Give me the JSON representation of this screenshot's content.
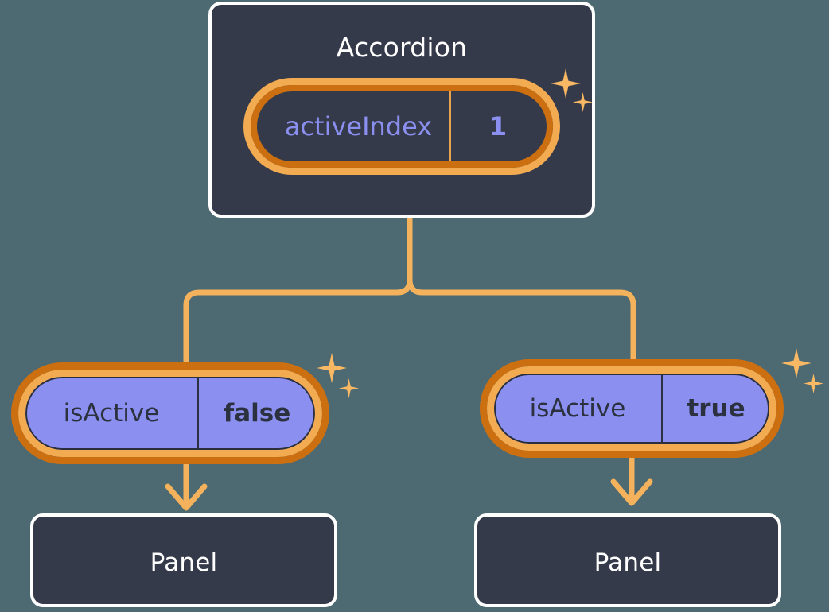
{
  "diagram": {
    "background_color": "#4d6a72",
    "accent_color": "#f5b25c",
    "ring_outer_color": "#cc6f10",
    "ring_inner_color": "#f3ab52",
    "box_fill_color": "#343a4a",
    "box_border_color": "#ffffff",
    "pill_fill_color": "#8b8fef",
    "key_text_color": "#8b8fef",
    "value_text_color": "#2b313f"
  },
  "root": {
    "title": "Accordion",
    "state": {
      "key": "activeIndex",
      "value": "1"
    },
    "sparkle_big_icon": "sparkle-four-point-icon",
    "sparkle_small_icon": "sparkle-four-point-icon"
  },
  "children": [
    {
      "state": {
        "key": "isActive",
        "value": "false"
      },
      "panel": {
        "title": "Panel"
      }
    },
    {
      "state": {
        "key": "isActive",
        "value": "true"
      },
      "panel": {
        "title": "Panel"
      }
    }
  ]
}
